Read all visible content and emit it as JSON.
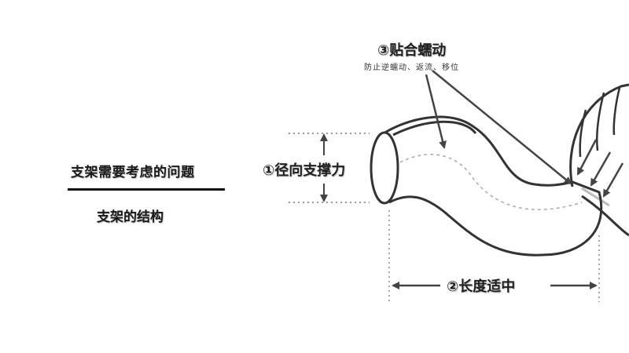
{
  "slide": {
    "title": "支架需要考虑的问题",
    "subtitle": "支架的结构"
  },
  "diagram": {
    "radial_support": "①径向支撑力",
    "fit_peristalsis": "③贴合蠕动",
    "fit_peristalsis_note": "防止逆蠕动、返流、移位",
    "length": "②长度适中"
  }
}
